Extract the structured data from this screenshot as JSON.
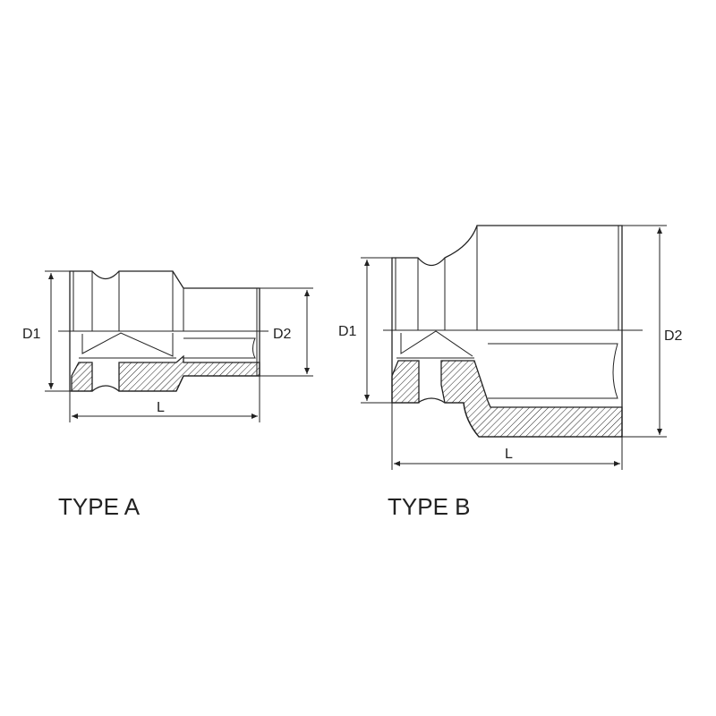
{
  "type_a": {
    "title": "TYPE A",
    "d1": "D1",
    "d2": "D2",
    "l": "L"
  },
  "type_b": {
    "title": "TYPE B",
    "d1": "D1",
    "d2": "D2",
    "l": "L"
  },
  "colors": {
    "line": "#222222",
    "background": "#ffffff"
  }
}
